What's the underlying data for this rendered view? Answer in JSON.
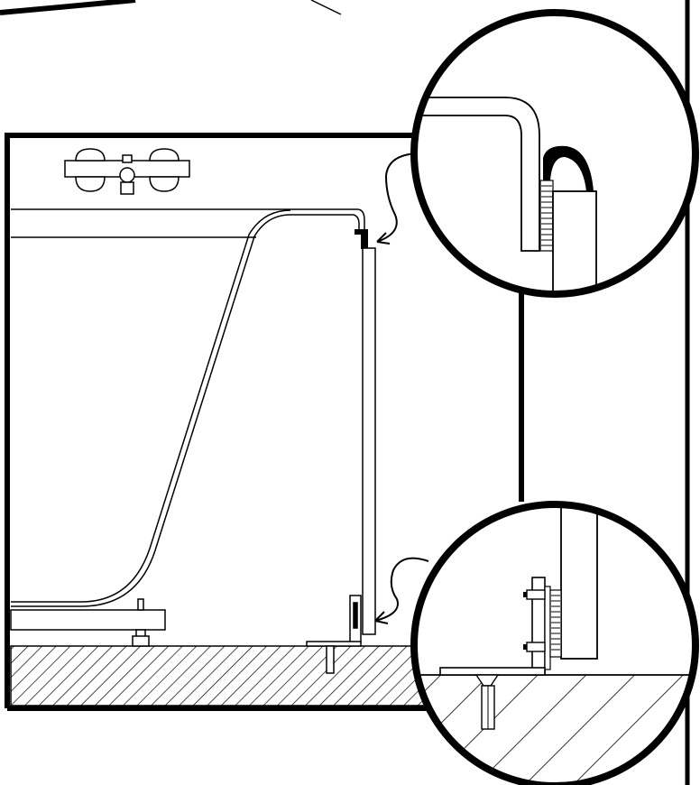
{
  "diagram": {
    "subject": "bathtub-shower-screen-installation",
    "callouts": [
      {
        "id": "top-seal-detail"
      },
      {
        "id": "bottom-bracket-detail"
      }
    ],
    "colors": {
      "ink": "#000000",
      "paper": "#ffffff"
    },
    "icons": [
      "shower-mixer-icon",
      "wall-anchor-icon"
    ]
  }
}
